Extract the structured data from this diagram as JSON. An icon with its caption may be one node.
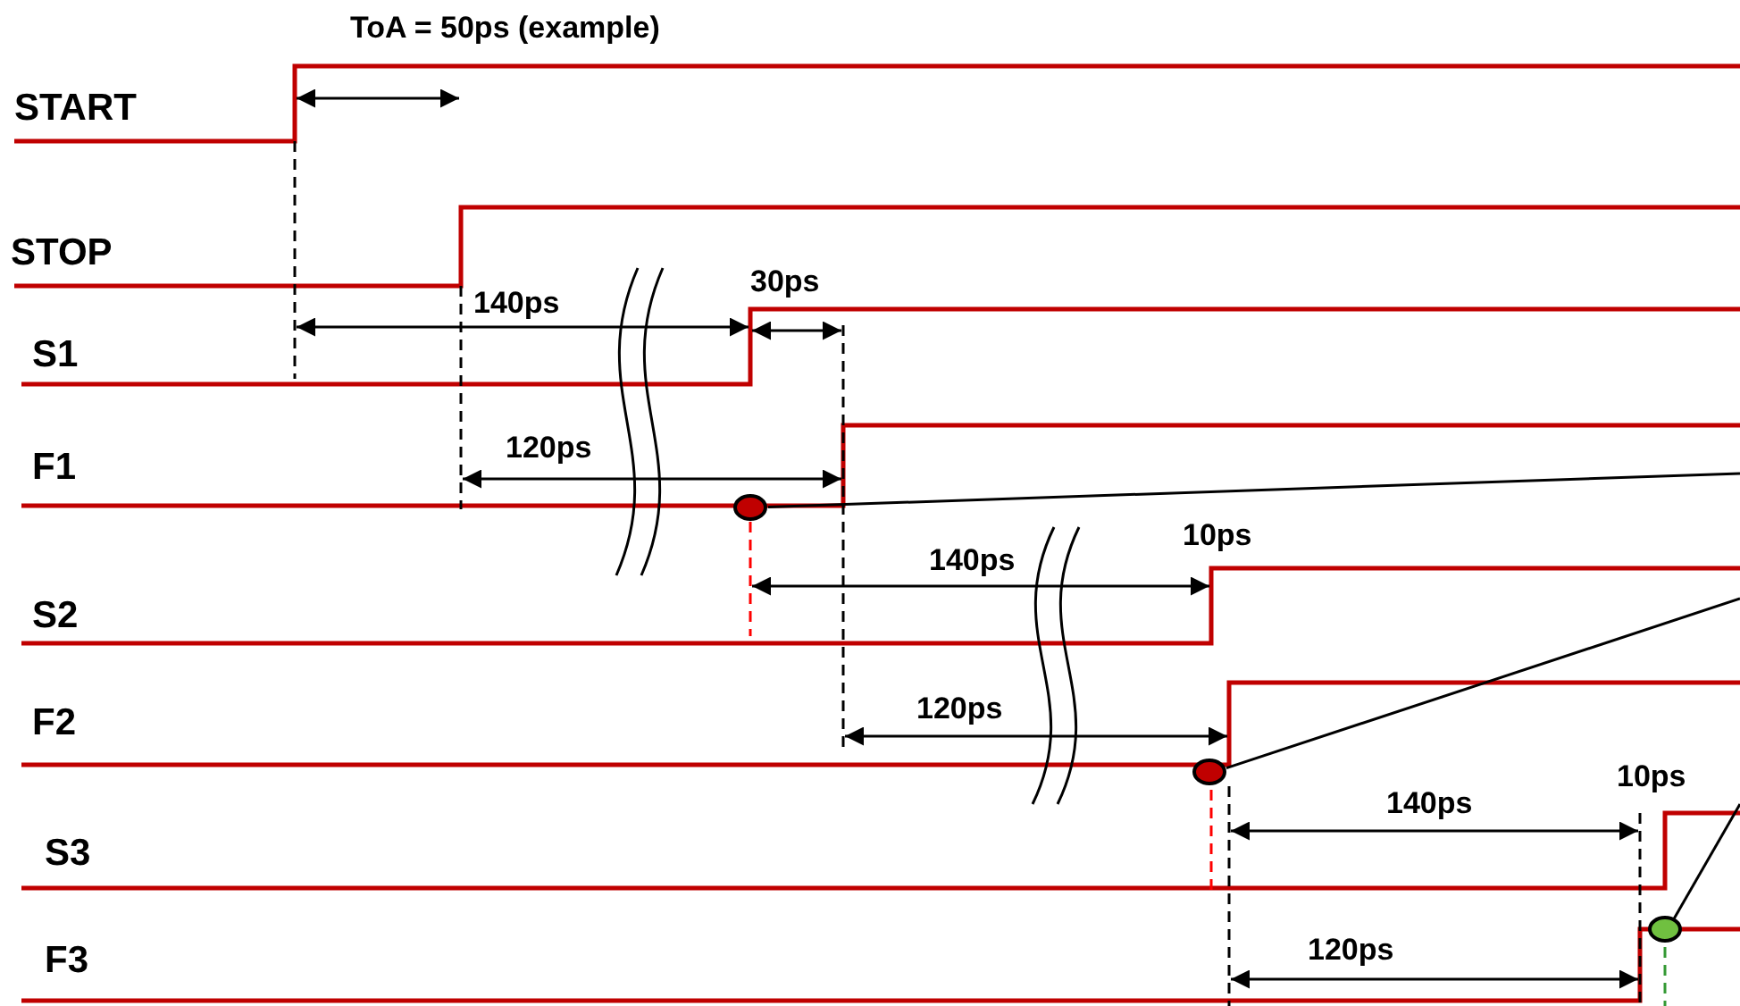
{
  "diagram": {
    "nodes": [
      {
        "text": [],
        "shape": "circle"
      },
      {
        "text": [],
        "shape": "circle"
      },
      {
        "text": [],
        "shape": "circle"
      }
    ],
    "edges": [
      {
        "from": 0,
        "to": null,
        "arrow": "none"
      },
      {
        "from": 1,
        "to": null,
        "arrow": "none"
      },
      {
        "from": 2,
        "to": null,
        "arrow": "none"
      }
    ],
    "labels": [
      "ToA = 50ps (example)",
      "START",
      "STOP",
      "140ps",
      "30ps",
      "S1",
      "120ps",
      "F1",
      "140ps",
      "10ps",
      "S2",
      "120ps",
      "F2",
      "140ps",
      "10ps",
      "S3",
      "120ps",
      "F3"
    ]
  }
}
